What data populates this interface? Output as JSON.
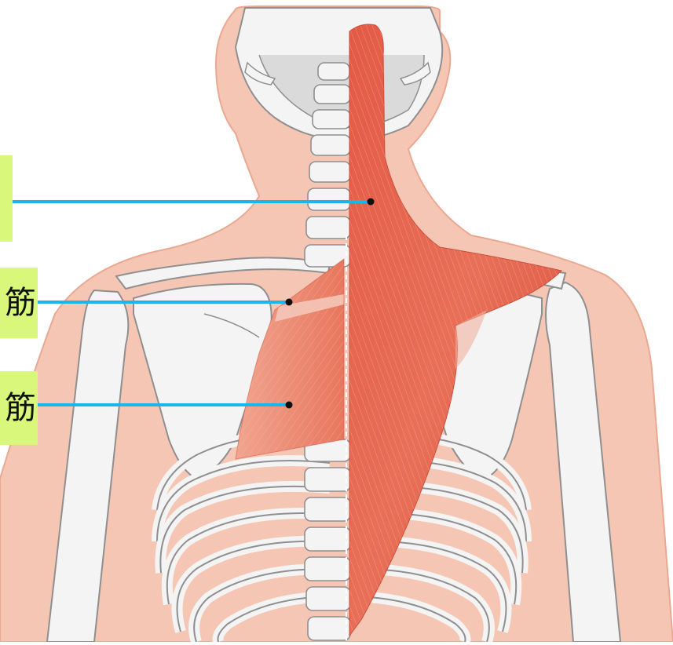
{
  "labels": [
    {
      "text": ""
    },
    {
      "text": "筋"
    },
    {
      "text": "筋"
    }
  ],
  "colors": {
    "skin": "#f6c6b4",
    "skin_outline": "#e9a892",
    "bone": "#f4f4f4",
    "bone_outline": "#8f8f8f",
    "muscle": "#e0604a",
    "muscle_light": "#ee9a82",
    "leader_line": "#1ab6ea",
    "label_background": "#d9f77a"
  },
  "icons": [
    "anatomy-back-illustration"
  ]
}
